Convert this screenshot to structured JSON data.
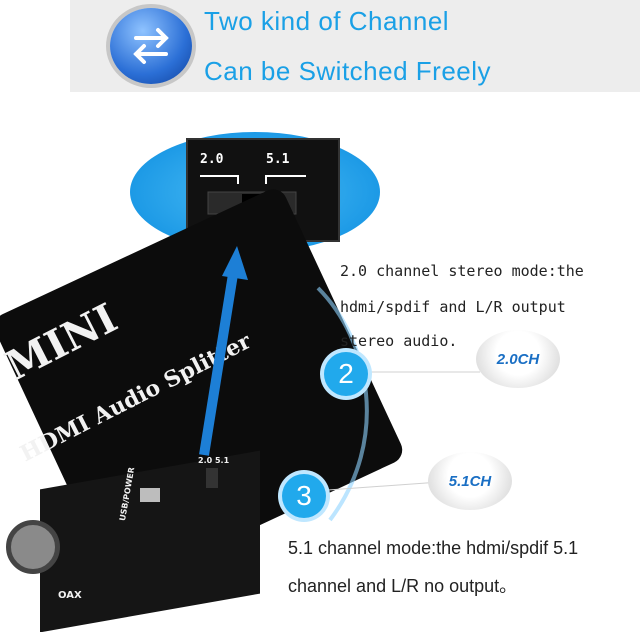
{
  "banner": {
    "line1": "Two kind of Channel",
    "line2": "Can be Switched Freely",
    "icon": "swap-arrows-icon"
  },
  "zoom": {
    "label_left": "2.0",
    "label_right": "5.1"
  },
  "device": {
    "mini_label": "MINI",
    "product_label": "HDMI Audio Splitter",
    "port_label": "USB/POWER",
    "switch_labels": "2.0  5.1",
    "coax_label": "OAX"
  },
  "mode_2ch": {
    "number": "2",
    "badge": "2.0CH",
    "line1": "2.0 channel stereo mode:the",
    "line2": "hdmi/spdif and L/R output",
    "line3": "stereo audio."
  },
  "mode_51ch": {
    "number": "3",
    "badge": "5.1CH",
    "line1": "5.1 channel mode:the hdmi/spdif 5.1",
    "line2": "channel and L/R no output。"
  },
  "colors": {
    "accent": "#1aa0e6",
    "device": "#0c0c0c",
    "banner_bg": "#ededed"
  }
}
